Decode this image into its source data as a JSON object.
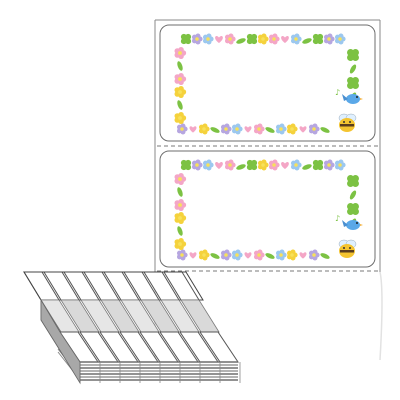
{
  "product": {
    "label_count_visible": 2,
    "label_shape": "rounded-rectangle",
    "frame_motifs": [
      "clover-icon",
      "flower-icon",
      "heart-icon",
      "bee-icon",
      "bluebird-icon",
      "leaf-icon"
    ]
  },
  "colors": {
    "sheet_border": "#8a8a8a",
    "label_border": "#6e6e6e",
    "perforation": "#7a7a7a",
    "leaf_green": "#7cc243",
    "pink": "#f4a6c6",
    "lavender": "#b6a6e0",
    "sky_blue": "#9cc8ef",
    "yellow": "#f5d23c",
    "stack_face": "#f2f2f2",
    "stack_shadow": "#9a9a9a"
  },
  "stack": {
    "columns_visible": 8
  }
}
